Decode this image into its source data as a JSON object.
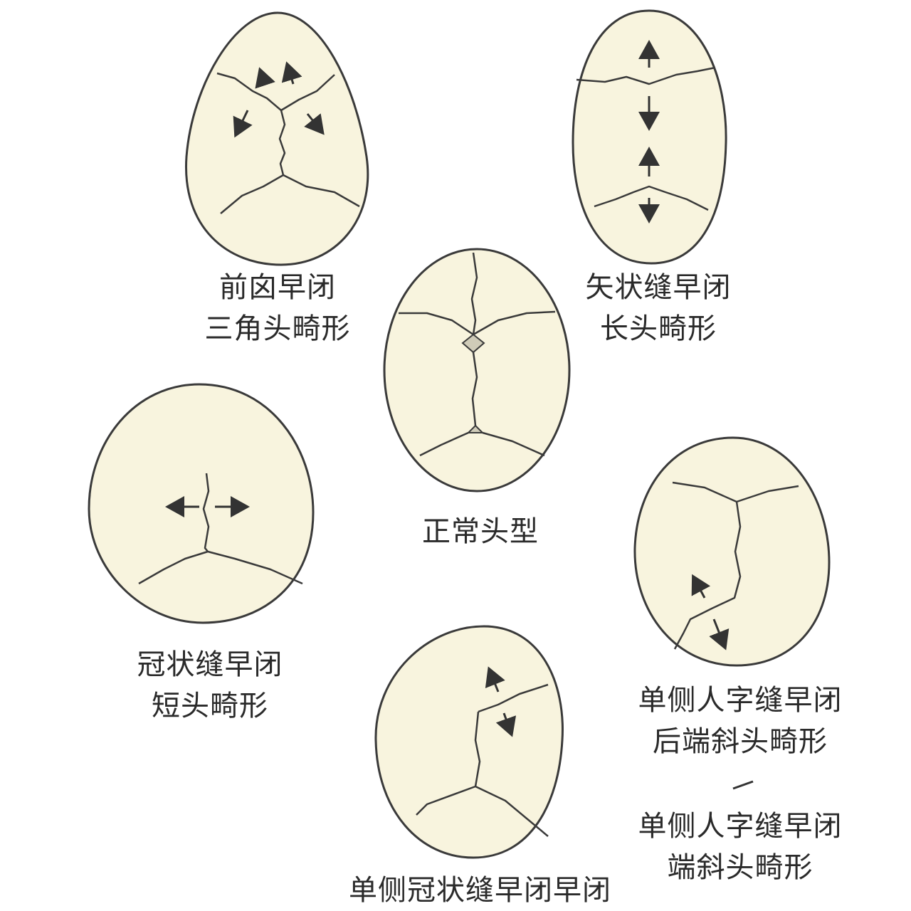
{
  "labels": {
    "metopic": {
      "line1": "前囟早闭",
      "line2": "三角头畸形"
    },
    "sagittal": {
      "line1": "矢状缝早闭",
      "line2": "长头畸形"
    },
    "normal": {
      "line1": "正常头型"
    },
    "coronal": {
      "line1": "冠状缝早闭",
      "line2": "短头畸形"
    },
    "lambdoid": {
      "line1": "单侧人字缝早闭",
      "line2": "后端斜头畸形"
    },
    "lambdoid_dup": {
      "line1": "单侧人字缝早闭",
      "line2": "端斜头畸形"
    },
    "unicoronal": {
      "line1": "单侧冠状缝早闭早闭"
    }
  },
  "colors": {
    "skull_fill": "#f8f4de",
    "outline": "#3a3a3a",
    "fontanelle": "#cfcbb8"
  }
}
